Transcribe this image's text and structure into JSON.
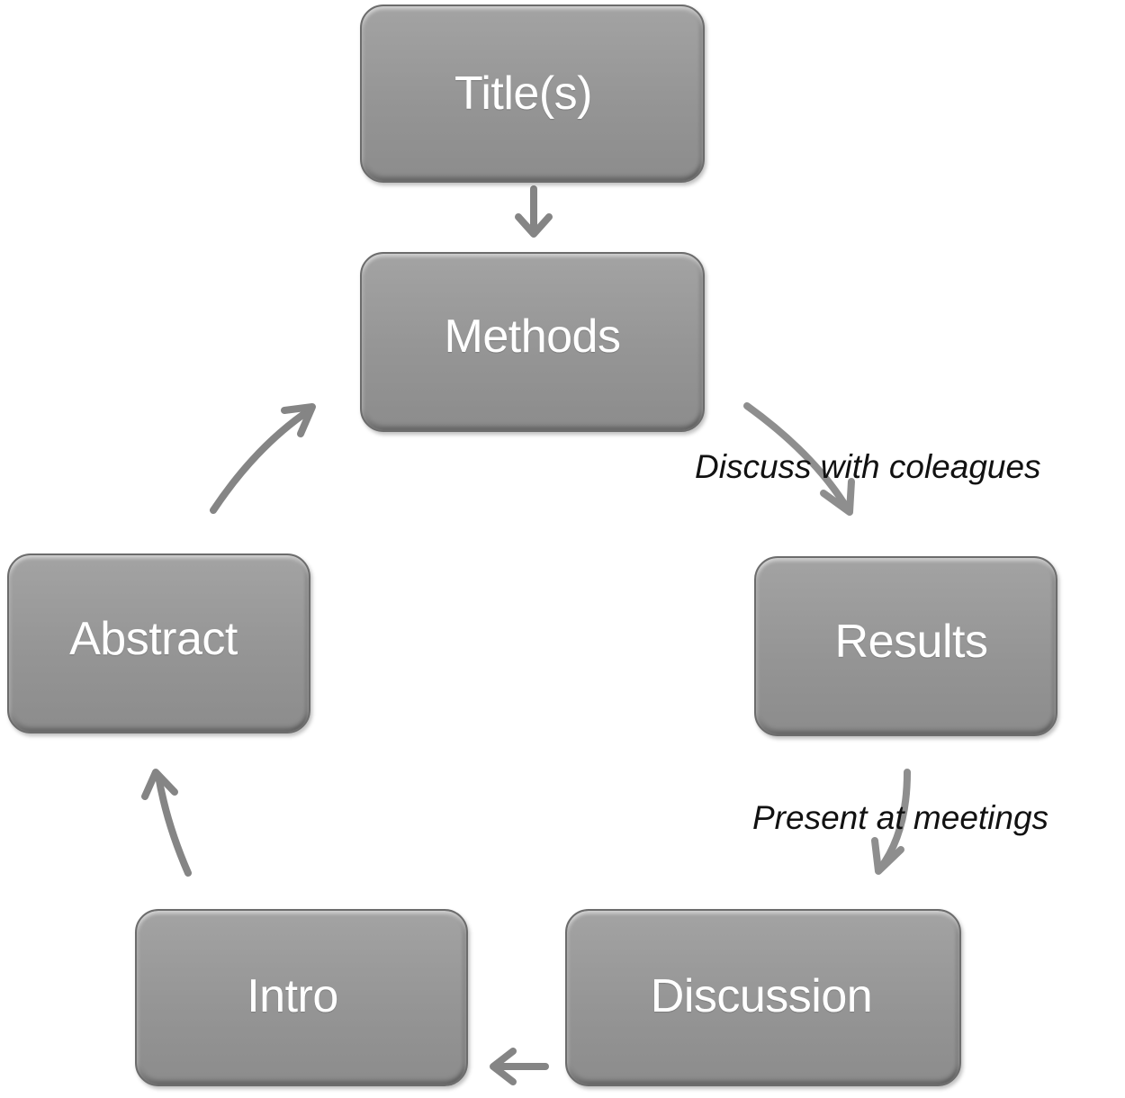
{
  "diagram": {
    "boxes": {
      "title": "Title(s)",
      "methods": "Methods",
      "results": "Results",
      "discussion": "Discussion",
      "intro": "Intro",
      "abstract": "Abstract"
    },
    "annotations": {
      "methods_to_results": "Discuss with coleagues",
      "results_to_discussion": "Present at meetings"
    },
    "colors": {
      "box_fill": "#999999",
      "box_text": "#ffffff",
      "arrow": "#858585",
      "annotation_text": "#111111"
    }
  }
}
